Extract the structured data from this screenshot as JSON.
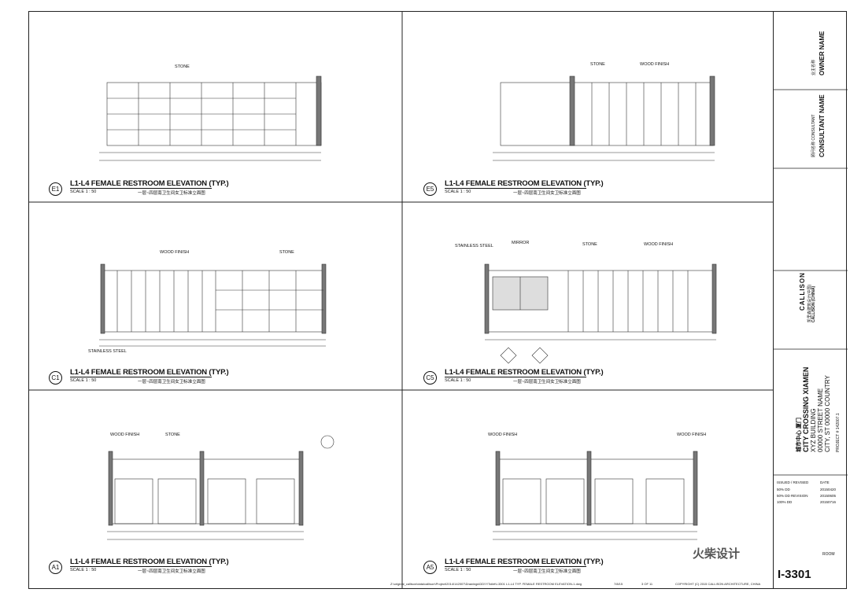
{
  "panels": [
    {
      "id": "E1",
      "title": "L1-L4 FEMALE RESTROOM ELEVATION (TYP.)",
      "scale": "SCALE 1 : 50",
      "cn": "一层~四层南卫生间女卫标准立面图"
    },
    {
      "id": "E5",
      "title": "L1-L4 FEMALE RESTROOM ELEVATION (TYP.)",
      "scale": "SCALE 1 : 50",
      "cn": "一层~四层南卫生间女卫标准立面图"
    },
    {
      "id": "C1",
      "title": "L1-L4 FEMALE RESTROOM ELEVATION (TYP.)",
      "scale": "SCALE 1 : 50",
      "cn": "一层~四层南卫生间女卫标准立面图"
    },
    {
      "id": "C5",
      "title": "L1-L4 FEMALE RESTROOM ELEVATION (TYP.)",
      "scale": "SCALE 1 : 50",
      "cn": "一层~四层南卫生间女卫标准立面图"
    },
    {
      "id": "A1",
      "title": "L1-L4 FEMALE RESTROOM ELEVATION (TYP.)",
      "scale": "SCALE 1 : 50",
      "cn": "一层~四层南卫生间女卫标准立面图"
    },
    {
      "id": "A5",
      "title": "L1-L4 FEMALE RESTROOM ELEVATION (TYP.)",
      "scale": "SCALE 1 : 50",
      "cn": "一层~四层南卫生间女卫标准立面图"
    }
  ],
  "labels": {
    "stone": "STONE",
    "wood_finish": "WOOD FINISH",
    "stainless_steel": "STAINLESS STEEL",
    "mirror": "MIRROR"
  },
  "titleblock": {
    "owner_cn": "业主名称",
    "owner": "OWNER NAME",
    "consultant_cn": "顾问名称 CONSULTANT",
    "consultant": "CONSULTANT NAME",
    "firm": "CALLISON",
    "firm_cn": "凯里森建筑设计(中国)",
    "firm_sub": "CALLISON (CHINA)",
    "project_cn": "城市中心 厦门",
    "project": "CITY CROSSING XIAMEN",
    "building": "XYZ BUILDING",
    "address": "00000 STREET NAME",
    "city": "CITY, ST 00000 COUNTRY",
    "project_no": "PROJECT # 142007.1",
    "issue_header": "ISSUED / REVISED",
    "date_header": "DATE",
    "issues": [
      {
        "name": "50% DD",
        "date": "20150420"
      },
      {
        "name": "50% DD REVISION",
        "date": "20150605"
      },
      {
        "name": "100% DD",
        "date": "20150716"
      }
    ],
    "sheet_suffix": "ROOM",
    "sheet_no": "I-3301"
  },
  "footer": {
    "path": "Z:\\original_callison\\data\\callison\\Project\\2014\\142007\\Drawings\\DD\\Y\\Toilet\\I-3301 L1-L4 TYP. FEMALE RESTROOM ELEVATION-1.dwg",
    "date": "7/8/15",
    "pages": "3 OF 11",
    "copyright": "COPYRIGHT (C) 2015 CALLISON ARCHITECTURE, CHINA"
  },
  "watermark": "火柴设计"
}
